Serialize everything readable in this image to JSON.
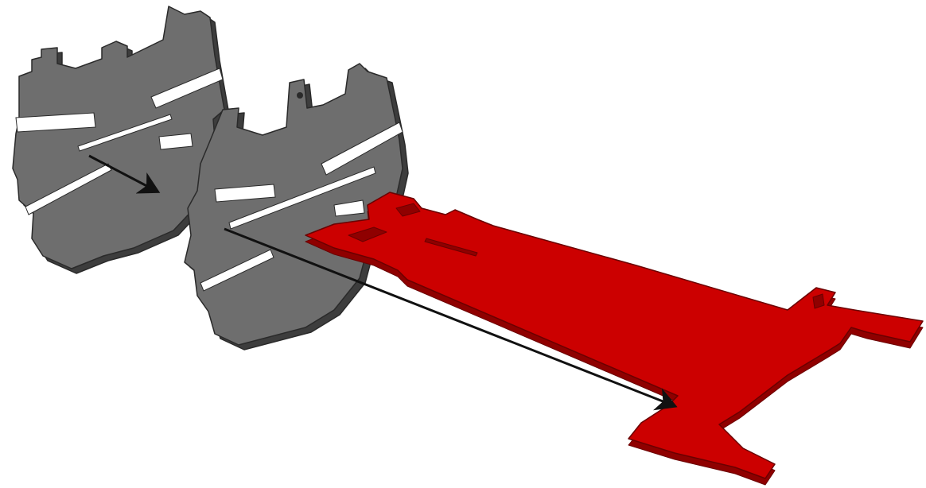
{
  "colors": {
    "background": "#ffffff",
    "gear_face": "#6e6e6e",
    "gear_side": "#3d3d3d",
    "gear_edge": "#2a2a2a",
    "slot": "#ffffff",
    "base_face": "#cc0000",
    "base_side": "#8f0000",
    "base_edge": "#6a0000",
    "arrow": "#111111"
  },
  "parts": [
    {
      "name": "gear-plate-back",
      "color_key": "gear_face"
    },
    {
      "name": "gear-plate-front",
      "color_key": "gear_face"
    },
    {
      "name": "base-plate",
      "color_key": "base_face"
    }
  ],
  "arrows": [
    {
      "name": "short-assembly-arrow"
    },
    {
      "name": "long-assembly-arrow"
    }
  ]
}
